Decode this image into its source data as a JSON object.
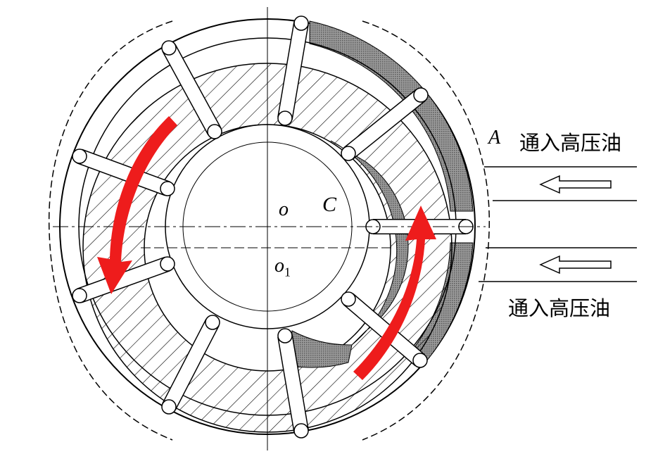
{
  "labels": {
    "port_a": "A",
    "inlet_top": "通入高压油",
    "inlet_bottom": "通入高压油",
    "center_o": "o",
    "point_c": "C",
    "center_o1": "o",
    "center_o1_sub": "1"
  },
  "colors": {
    "arrow": "#ee1c1c",
    "pressure_zone": "#6e6e6e",
    "line": "#000000"
  }
}
